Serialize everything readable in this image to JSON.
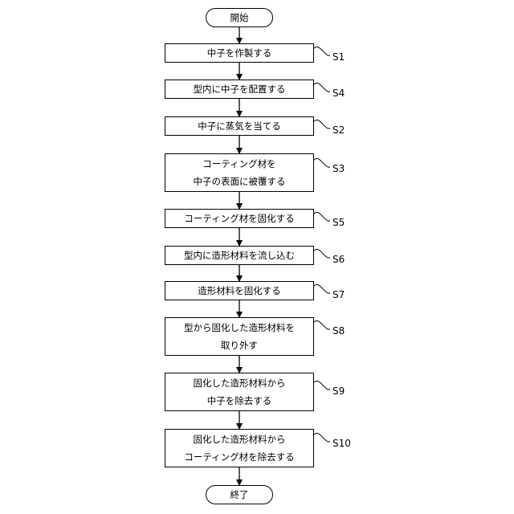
{
  "start": "開始",
  "end": "終了",
  "steps": [
    {
      "lines": [
        "中子を作製する"
      ],
      "label": "S1"
    },
    {
      "lines": [
        "型内に中子を配置する"
      ],
      "label": "S4"
    },
    {
      "lines": [
        "中子に蒸気を当てる"
      ],
      "label": "S2"
    },
    {
      "lines": [
        "コーティング材を",
        "中子の表面に被覆する"
      ],
      "label": "S3"
    },
    {
      "lines": [
        "コーティング材を固化する"
      ],
      "label": "S5"
    },
    {
      "lines": [
        "型内に造形材料を流し込む"
      ],
      "label": "S6"
    },
    {
      "lines": [
        "造形材料を固化する"
      ],
      "label": "S7"
    },
    {
      "lines": [
        "型から固化した造形材料を",
        "取り外す"
      ],
      "label": "S8"
    },
    {
      "lines": [
        "固化した造形材料から",
        "中子を除去する"
      ],
      "label": "S9"
    },
    {
      "lines": [
        "固化した造形材料から",
        "コーティング材を除去する"
      ],
      "label": "S10"
    }
  ]
}
